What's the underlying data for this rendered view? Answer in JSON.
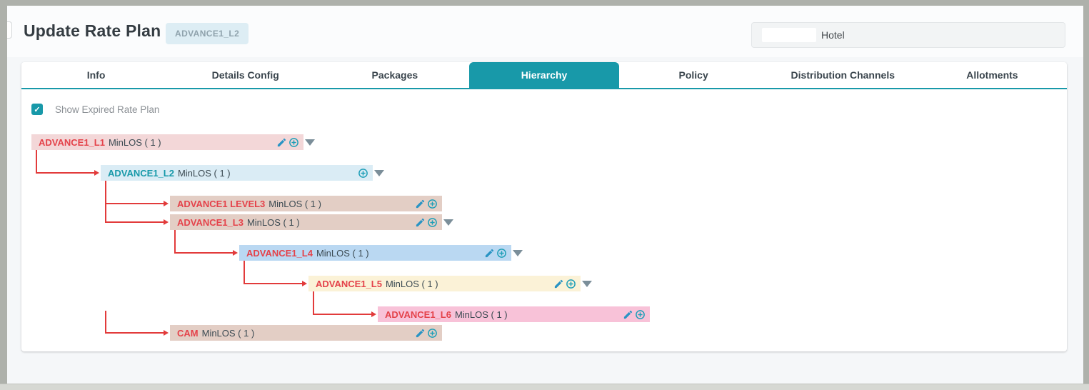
{
  "header": {
    "title": "Update Rate Plan",
    "badge": "ADVANCE1_L2",
    "hotel_label": "Hotel"
  },
  "tabs": [
    {
      "label": "Info",
      "active": false
    },
    {
      "label": "Details Config",
      "active": false
    },
    {
      "label": "Packages",
      "active": false
    },
    {
      "label": "Hierarchy",
      "active": true
    },
    {
      "label": "Policy",
      "active": false
    },
    {
      "label": "Distribution Channels",
      "active": false
    },
    {
      "label": "Allotments",
      "active": false
    }
  ],
  "filters": {
    "show_expired_label": "Show Expired Rate Plan",
    "checked": true,
    "check_glyph": "✓"
  },
  "colors": {
    "teal": "#1899a9",
    "red": "#e23b3b",
    "edit_icon": "#2994c4",
    "add_icon": "#1f9fb8"
  },
  "tree": {
    "meta_suffix": "MinLOS ( 1 )",
    "nodes": [
      {
        "name": "ADVANCE1_L1",
        "meta": "MinLOS ( 1 )",
        "level": 0,
        "parent": null,
        "sibling": false,
        "stub": false,
        "bg": "#f3d7d8",
        "name_color": "#e4424a",
        "icons": [
          "edit-icon",
          "add-icon",
          "expand-icon"
        ]
      },
      {
        "name": "ADVANCE1_L2",
        "meta": "MinLOS ( 1 )",
        "level": 1,
        "parent": 0,
        "sibling": false,
        "stub": false,
        "bg": "#daecf5",
        "name_color": "#1899a9",
        "icons": [
          "add-icon",
          "expand-icon"
        ]
      },
      {
        "name": "ADVANCE1 LEVEL3",
        "meta": "MinLOS ( 1 )",
        "level": 2,
        "parent": 1,
        "sibling": false,
        "stub": false,
        "bg": "#e3cec5",
        "name_color": "#e4424a",
        "icons": [
          "edit-icon",
          "add-icon"
        ]
      },
      {
        "name": "ADVANCE1_L3",
        "meta": "MinLOS ( 1 )",
        "level": 2,
        "parent": 1,
        "sibling": true,
        "stub": false,
        "bg": "#e3cec5",
        "name_color": "#e4424a",
        "icons": [
          "edit-icon",
          "add-icon",
          "expand-icon"
        ]
      },
      {
        "name": "ADVANCE1_L4",
        "meta": "MinLOS ( 1 )",
        "level": 3,
        "parent": 3,
        "sibling": false,
        "stub": false,
        "bg": "#bad8f2",
        "name_color": "#e4424a",
        "icons": [
          "edit-icon",
          "add-icon",
          "expand-icon"
        ]
      },
      {
        "name": "ADVANCE1_L5",
        "meta": "MinLOS ( 1 )",
        "level": 4,
        "parent": 4,
        "sibling": false,
        "stub": false,
        "bg": "#fbf2d7",
        "name_color": "#e4424a",
        "icons": [
          "edit-icon",
          "add-icon",
          "expand-icon"
        ]
      },
      {
        "name": "ADVANCE1_L6",
        "meta": "MinLOS ( 1 )",
        "level": 5,
        "parent": 5,
        "sibling": false,
        "stub": false,
        "bg": "#f8c2d8",
        "name_color": "#e4424a",
        "icons": [
          "edit-icon",
          "add-icon"
        ]
      },
      {
        "name": "CAM",
        "meta": "MinLOS ( 1 )",
        "level": 2,
        "parent": 1,
        "sibling": true,
        "stub": true,
        "bg": "#e3cec5",
        "name_color": "#e4424a",
        "icons": [
          "edit-icon",
          "add-icon"
        ]
      }
    ]
  }
}
